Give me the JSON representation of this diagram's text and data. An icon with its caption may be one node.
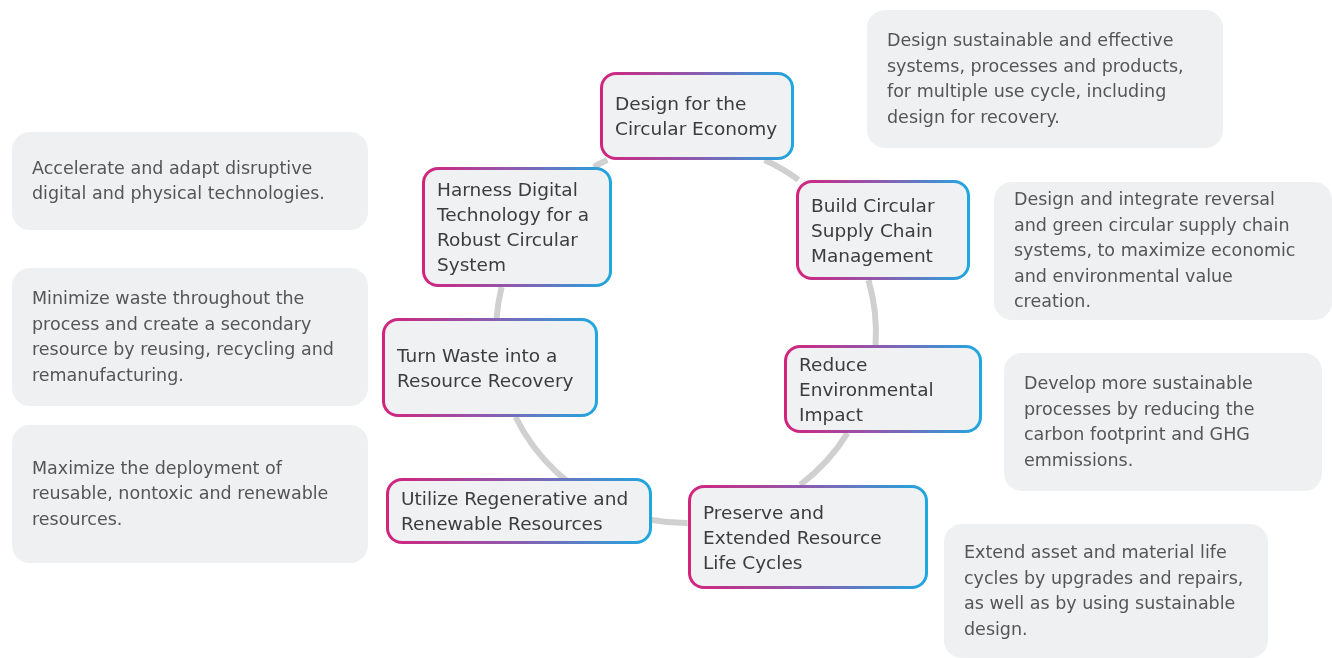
{
  "diagram": {
    "nodes": [
      {
        "text": [
          "Design for the Circular Economy"
        ]
      },
      {
        "text": [
          "Build Circular Supply Chain Management"
        ]
      },
      {
        "text": [
          "Reduce Environmental Impact"
        ]
      },
      {
        "text": [
          "Preserve and Extended Resource Life Cycles"
        ]
      },
      {
        "text": [
          "Utilize Regenerative and Renewable Resources"
        ]
      },
      {
        "text": [
          "Turn Waste into a Resource Recovery"
        ]
      },
      {
        "text": [
          "Harness Digital Technology for a Robust Circular System"
        ]
      },
      {
        "text": [
          "Design sustainable and effective systems, processes and products, for multiple use cycle, including design for recovery."
        ]
      },
      {
        "text": [
          "Design and integrate reversal and green circular supply chain systems, to maximize economic and environmental value creation."
        ]
      },
      {
        "text": [
          "Develop more sustainable processes by reducing the carbon footprint and GHG emmissions."
        ]
      },
      {
        "text": [
          "Extend asset and material life cycles by upgrades and repairs, as well as by using sustainable design."
        ]
      },
      {
        "text": [
          "Accelerate and adapt disruptive digital and physical technologies."
        ]
      },
      {
        "text": [
          "Minimize waste throughout the process and create a secondary resource by reusing, recycling and remanufacturing."
        ]
      },
      {
        "text": [
          "Maximize the deployment of reusable, nontoxic and renewable resources."
        ]
      }
    ],
    "edges": [
      {
        "from": 0,
        "to": 1,
        "arrow": "none"
      },
      {
        "from": 1,
        "to": 2,
        "arrow": "none"
      },
      {
        "from": 2,
        "to": 3,
        "arrow": "none"
      },
      {
        "from": 3,
        "to": 4,
        "arrow": "none"
      },
      {
        "from": 4,
        "to": 5,
        "arrow": "none"
      },
      {
        "from": 5,
        "to": 6,
        "arrow": "none"
      },
      {
        "from": 6,
        "to": 0,
        "arrow": "none"
      }
    ]
  }
}
